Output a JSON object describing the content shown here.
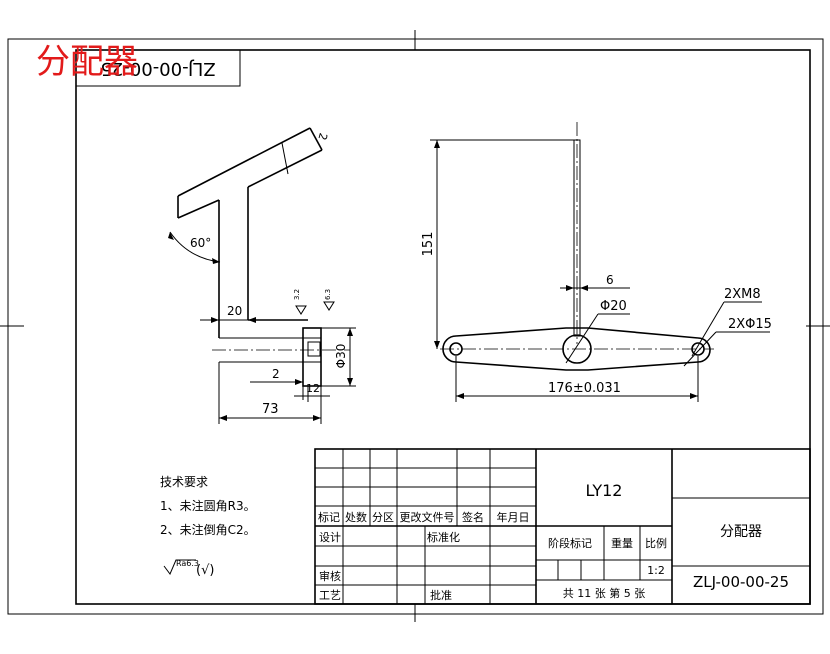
{
  "watermark": "分配器",
  "drawing_no_rotated": "ZLJ-00-00-25",
  "dimensions": {
    "height_151": "151",
    "width_6": "6",
    "dia_20": "Φ20",
    "thread_2xm8": "2XM8",
    "holes_2xd15": "2XΦ15",
    "length_176": "176±0.031",
    "angle_60": "60°",
    "dim_20": "20",
    "dim_2": "2",
    "dim_12": "12",
    "dim_73": "73",
    "dia_30": "Φ30",
    "chamfer_tag": "C2"
  },
  "tech_req": {
    "title": "技术要求",
    "line1": "1、未注圆角R3。",
    "line2": "2、未注倒角C2。",
    "roughness": "Ra6.3",
    "roughness_paren": "(√)"
  },
  "title_block": {
    "material": "LY12",
    "part_name": "分配器",
    "drawing_no": "ZLJ-00-00-25",
    "scale": "1:2",
    "sheet_info": "共 11 张 第 5 张",
    "headers": [
      "标记",
      "处数",
      "分区",
      "更改文件号",
      "签名",
      "年月日"
    ],
    "design": "设计",
    "standardize": "标准化",
    "stage": "阶段标记",
    "weight": "重量",
    "ratio": "比例",
    "review": "审核",
    "process": "工艺",
    "approve": "批准"
  }
}
